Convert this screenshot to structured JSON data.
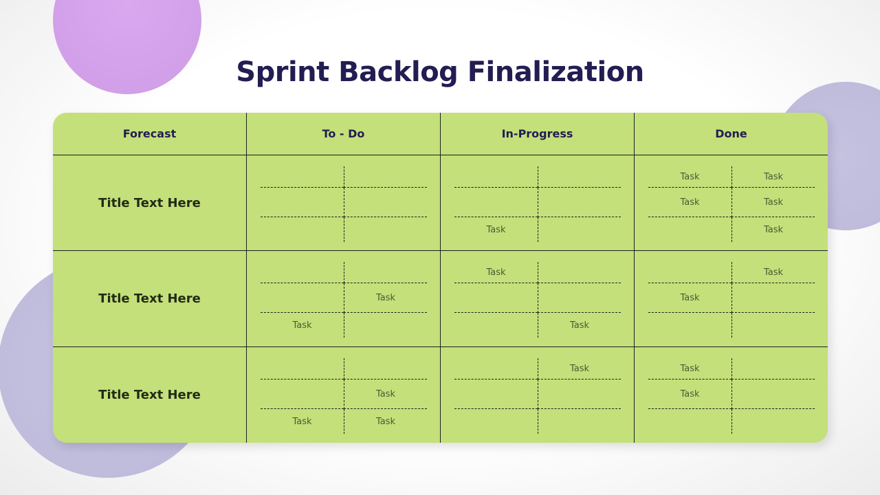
{
  "slide": {
    "title": "Sprint Backlog Finalization",
    "colors": {
      "board": "#c4e07a",
      "title": "#221d52",
      "circle_purple": "#d4a4ec",
      "circle_lavender": "#c0bddd"
    }
  },
  "table": {
    "headers": [
      "Forecast",
      "To - Do",
      "In-Progress",
      "Done"
    ],
    "rows": [
      {
        "title": "Title Text Here",
        "todo": [
          "",
          "",
          "",
          "",
          "",
          ""
        ],
        "inprogress": [
          "",
          "",
          "",
          "",
          "Task",
          ""
        ],
        "done": [
          "Task",
          "Task",
          "Task",
          "Task",
          "",
          "Task"
        ]
      },
      {
        "title": "Title Text Here",
        "todo": [
          "",
          "",
          "",
          "Task",
          "Task",
          ""
        ],
        "inprogress": [
          "Task",
          "",
          "",
          "",
          "",
          "Task"
        ],
        "done": [
          "",
          "Task",
          "Task",
          "",
          "",
          ""
        ]
      },
      {
        "title": "Title Text Here",
        "todo": [
          "",
          "",
          "",
          "Task",
          "Task",
          "Task"
        ],
        "inprogress": [
          "",
          "Task",
          "",
          "",
          "",
          ""
        ],
        "done": [
          "Task",
          "",
          "Task",
          "",
          "",
          ""
        ]
      }
    ]
  }
}
